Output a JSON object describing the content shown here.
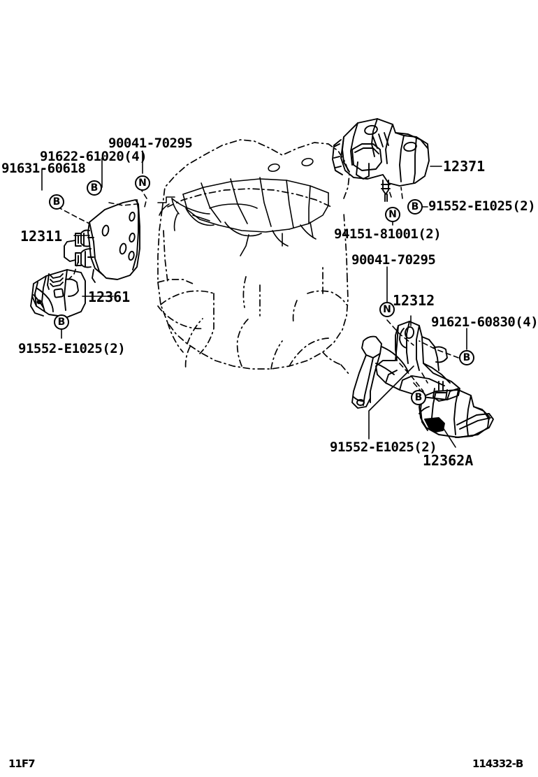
{
  "sheet": {
    "footer_left": "11F7",
    "footer_right": "114332-B"
  },
  "callouts": {
    "c_90041_top": "90041-70295",
    "c_91622": "91622-61020(4)",
    "c_91631": "91631-60618",
    "c_12311": "12311",
    "c_12361": "12361",
    "c_91552_left": "91552-E1025(2)",
    "c_12371": "12371",
    "c_91552_right": "91552-E1025(2)",
    "c_94151": "94151-81001(2)",
    "c_90041_mid": "90041-70295",
    "c_12312": "12312",
    "c_91621": "91621-60830(4)",
    "c_91552_bottom": "91552-E1025(2)",
    "c_12362a": "12362A"
  },
  "markers": {
    "m_b1": "B",
    "m_b2": "B",
    "m_n1": "N",
    "m_b3": "B",
    "m_n2": "N",
    "m_b4": "B",
    "m_n3": "N",
    "m_b5": "B",
    "m_b6": "B"
  },
  "colors": {
    "ink": "#000000",
    "paper": "#ffffff"
  }
}
